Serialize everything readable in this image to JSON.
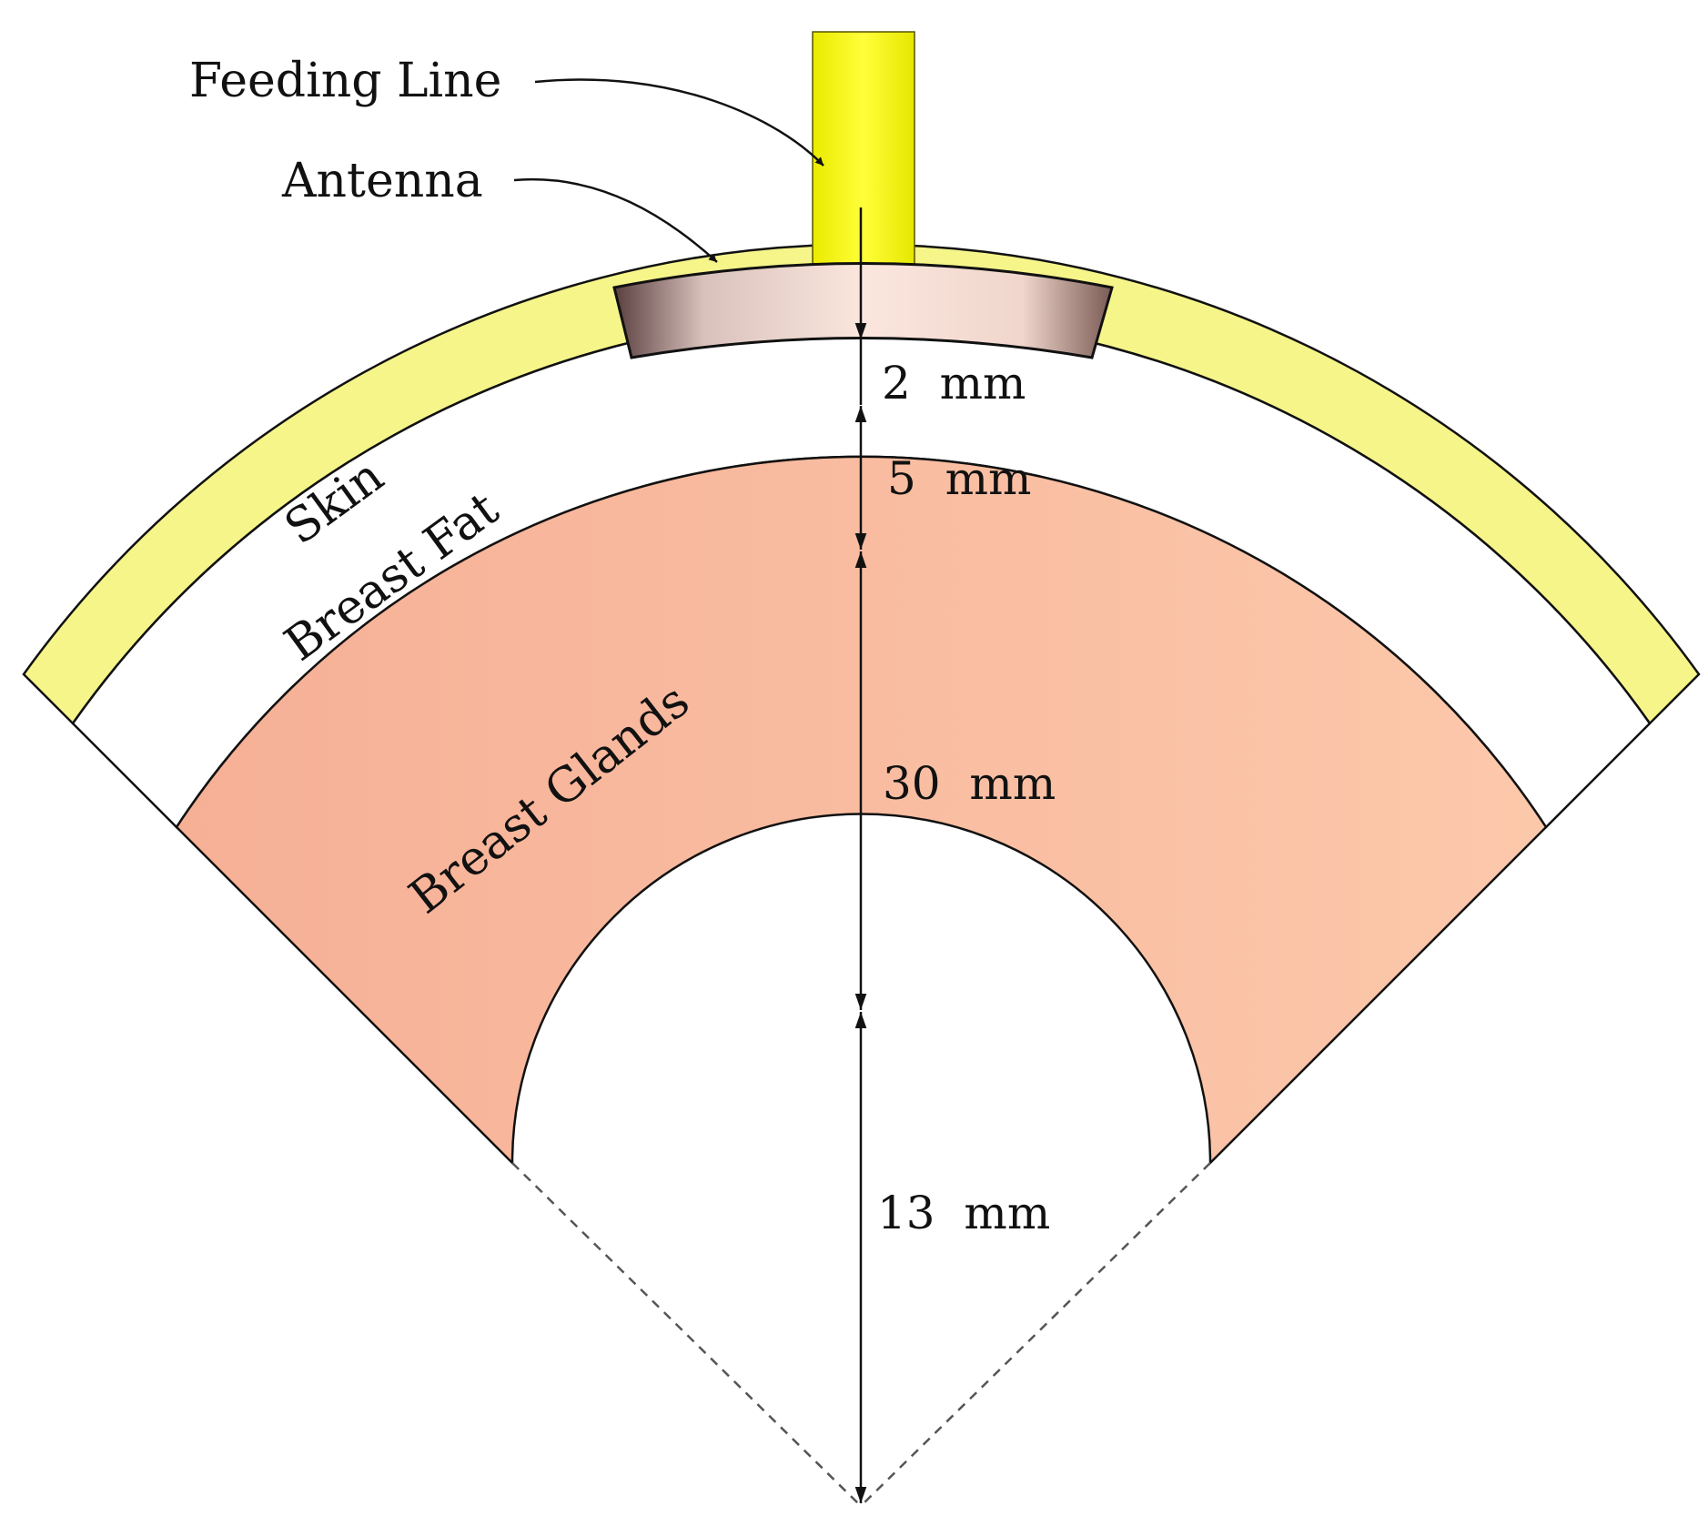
{
  "labels": {
    "feeding_line": "Feeding Line",
    "antenna": "Antenna",
    "skin": "Skin",
    "breast_fat": "Breast Fat",
    "breast_glands": "Breast Glands"
  },
  "dimensions": {
    "skin_thickness": "2  mm",
    "fat_thickness": "5  mm",
    "glands_thickness": "30  mm",
    "inner_radius": "13  mm"
  },
  "colors": {
    "feeding_line": "#f2f200",
    "skin": "#f6f58a",
    "fat": "#ffffff",
    "glands_left": "#f6b096",
    "glands_right": "#fcc8ab",
    "antenna_edge": "#5a3f3f",
    "antenna_mid": "#fbe6de",
    "outline": "#111111"
  }
}
